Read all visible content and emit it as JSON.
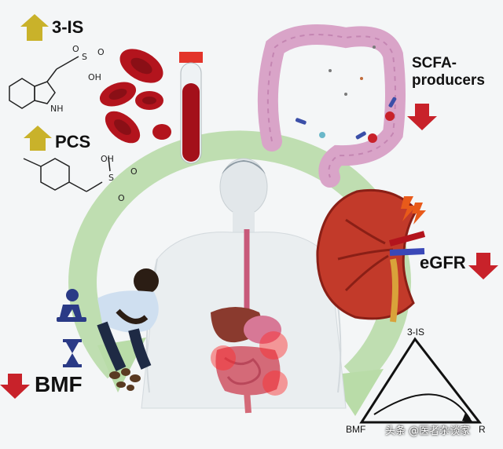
{
  "labels": {
    "indoxyl_sulfate": "3-IS",
    "p_cresyl_sulfate": "PCS",
    "scfa_producers_line1": "SCFA-",
    "scfa_producers_line2": "producers",
    "egfr": "eGFR",
    "bmf": "BMF"
  },
  "chemistry": {
    "o_top": "O",
    "s_top": "S",
    "o_right": "O",
    "oh_top": "OH",
    "nh": "NH",
    "oh_bottom": "OH",
    "s_bottom": "S",
    "o_bottom_right": "O",
    "o_bottom": "O"
  },
  "triangle": {
    "top": "3-IS",
    "bottom_left": "BMF",
    "bottom_right": "R"
  },
  "watermark": "头条 @医者杂谈家",
  "colors": {
    "up_arrow": "#c9b22a",
    "down_arrow": "#c8222a",
    "cycle_arrow": "#b9dca8",
    "blood": "#b3141d",
    "colon": "#d9a4c8",
    "kidney": "#c23a2a",
    "body": "#eaeef0"
  },
  "icons": [
    "up-arrow-icon",
    "down-arrow-icon",
    "hourglass-icon",
    "person-crouching-icon",
    "lightning-icon",
    "stool-icon"
  ]
}
